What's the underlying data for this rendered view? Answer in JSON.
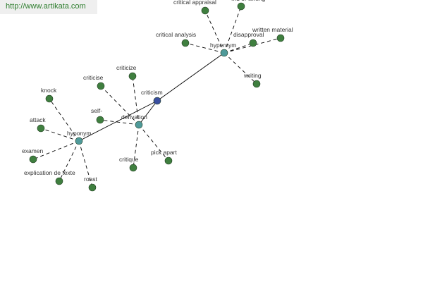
{
  "watermark": "http://www.artikata.com",
  "colors": {
    "center_node": "#3a4fa0",
    "relation_node": "#4f9a9a",
    "leaf_node": "#3f7f3f",
    "edge": "#000000"
  },
  "graph": {
    "center": {
      "id": "criticism",
      "label": "criticism"
    },
    "relations": [
      {
        "id": "hypernym",
        "label": "hypernym"
      },
      {
        "id": "derivation",
        "label": "derivation"
      },
      {
        "id": "hyponym",
        "label": "hyponym"
      }
    ],
    "leaves": [
      {
        "id": "critical-appraisal",
        "label": "critical appraisal",
        "parent": "hypernym"
      },
      {
        "id": "hypernym-top",
        "label": "...d of writing",
        "parent": "hypernym"
      },
      {
        "id": "critical-analysis",
        "label": "critical analysis",
        "parent": "hypernym"
      },
      {
        "id": "disapproval",
        "label": "disapproval",
        "parent": "hypernym"
      },
      {
        "id": "written-material",
        "label": "written material",
        "parent": "hypernym"
      },
      {
        "id": "writing",
        "label": "writing",
        "parent": "hypernym"
      },
      {
        "id": "criticise",
        "label": "criticise",
        "parent": "derivation"
      },
      {
        "id": "criticize",
        "label": "criticize",
        "parent": "derivation"
      },
      {
        "id": "self",
        "label": "self-",
        "parent": "derivation"
      },
      {
        "id": "critique",
        "label": "critique",
        "parent": "derivation"
      },
      {
        "id": "pick-apart",
        "label": "pick apart",
        "parent": "derivation"
      },
      {
        "id": "knock",
        "label": "knock",
        "parent": "hyponym"
      },
      {
        "id": "attack",
        "label": "attack",
        "parent": "hyponym"
      },
      {
        "id": "examen",
        "label": "examen",
        "parent": "hyponym"
      },
      {
        "id": "explication-de-texte",
        "label": "explication de texte",
        "parent": "hyponym"
      },
      {
        "id": "roast",
        "label": "roast",
        "parent": "hyponym"
      }
    ]
  }
}
